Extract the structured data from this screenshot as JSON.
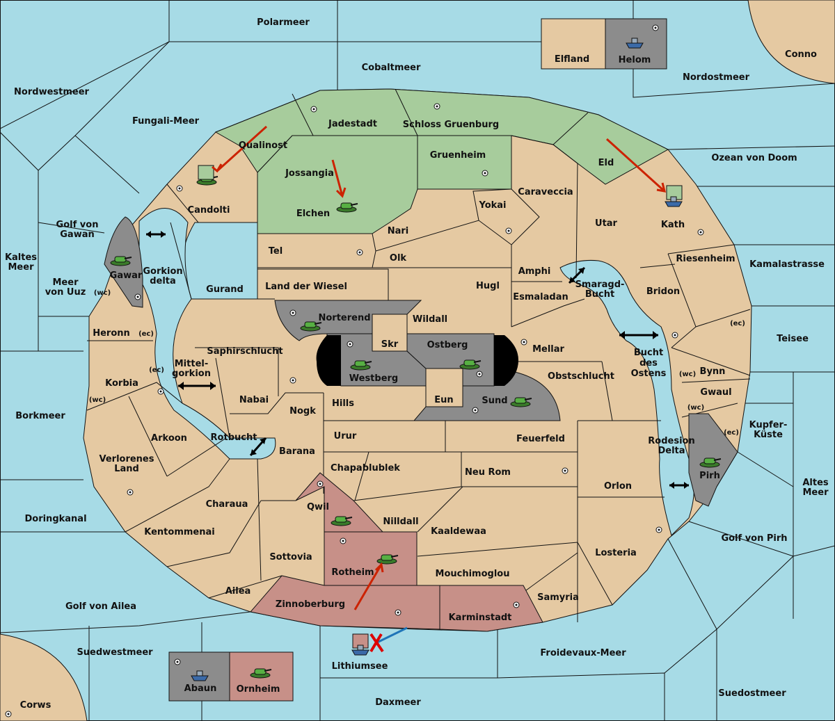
{
  "map": {
    "seas": {
      "polarmeer": "Polarmeer",
      "cobaltmeer": "Cobaltmeer",
      "nordwestmeer": "Nordwestmeer",
      "fungali": "Fungali-Meer",
      "nordostmeer": "Nordostmeer",
      "ozean_doom": "Ozean von Doom",
      "golf_gawan": "Golf von Gawan",
      "kaltes_meer": "Kaltes Meer",
      "meer_uuz": "Meer von Uuz",
      "gorkion_delta": "Gorkion delta",
      "kamalastrasse": "Kamalastrasse",
      "smaragd": "Smaragd-Bucht",
      "teisee": "Teisee",
      "bucht_ostens": "Bucht des Ostens",
      "mittelgorkion": "Mittel-gorkion",
      "borkmeer": "Borkmeer",
      "kupferkueste": "Kupfer-Küste",
      "rotbucht": "Rotbucht",
      "rodesion": "Rodesion Delta",
      "altes_meer": "Altes Meer",
      "doringkanal": "Doringkanal",
      "golf_pirh": "Golf von Pirh",
      "golf_ailea": "Golf von Ailea",
      "suedwestmeer": "Suedwestmeer",
      "froidevaux": "Froidevaux-Meer",
      "lithiumsee": "Lithiumsee",
      "suedostmeer": "Suedostmeer",
      "daxmeer": "Daxmeer"
    },
    "lands": {
      "conno": "Conno",
      "elfland": "Elfland",
      "helom": "Helom",
      "qualinost": "Qualinost",
      "jadestadt": "Jadestadt",
      "schloss": "Schloss Gruenburg",
      "gruenheim": "Gruenheim",
      "eld": "Eld",
      "jossangia": "Jossangia",
      "candolti": "Candolti",
      "elchen": "Elchen",
      "caraveccia": "Caraveccia",
      "yokai": "Yokai",
      "utar": "Utar",
      "kath": "Kath",
      "nari": "Nari",
      "tel": "Tel",
      "olk": "Olk",
      "amphi": "Amphi",
      "riesenheim": "Riesenheim",
      "gawar": "Gawar",
      "gurand": "Gurand",
      "wiesel": "Land der Wiesel",
      "hugl": "Hugl",
      "bridon": "Bridon",
      "esmaladan": "Esmaladan",
      "norterend": "Norterend",
      "wildall": "Wildall",
      "heronn": "Heronn",
      "skr": "Skr",
      "ostberg": "Ostberg",
      "mellar": "Mellar",
      "saphirschlucht": "Saphirschlucht",
      "bynn": "Bynn",
      "korbia": "Korbia",
      "westberg": "Westberg",
      "obstschlucht": "Obstschlucht",
      "gwaul": "Gwaul",
      "nabai": "Nabai",
      "hills": "Hills",
      "eun": "Eun",
      "sund": "Sund",
      "nogk": "Nogk",
      "arkoon": "Arkoon",
      "urur": "Urur",
      "feuerfeld": "Feuerfeld",
      "verlorenes": "Verlorenes Land",
      "barana": "Barana",
      "chapablublek": "Chapablublek",
      "pirh": "Pirh",
      "neurom": "Neu Rom",
      "orlon": "Orlon",
      "qwil": "Qwil",
      "charaua": "Charaua",
      "nilldall": "Nilldall",
      "kentommenai": "Kentommenai",
      "kaaldewaa": "Kaaldewaa",
      "sottovia": "Sottovia",
      "losteria": "Losteria",
      "rotheim": "Rotheim",
      "mouchimoglou": "Mouchimoglou",
      "ailea": "Ailea",
      "samyria": "Samyria",
      "zinnoberburg": "Zinnoberburg",
      "karminstadt": "Karminstadt",
      "abaun": "Abaun",
      "ornheim": "Ornheim",
      "corws": "Corws"
    },
    "coasts": {
      "wc": "(wc)",
      "ec": "(ec)"
    },
    "colors": {
      "sea": "#a7dbe6",
      "land": "#e5c9a2",
      "green_power": "#a7cc9c",
      "red_power": "#c79088",
      "grey_power": "#8c8c8c",
      "order_arrow": "#cc2200",
      "retreat_arrow": "#1e74b8"
    },
    "icons": [
      "tank-icon",
      "ship-icon",
      "supply-center-icon",
      "move-arrow",
      "canal-arrow"
    ]
  }
}
